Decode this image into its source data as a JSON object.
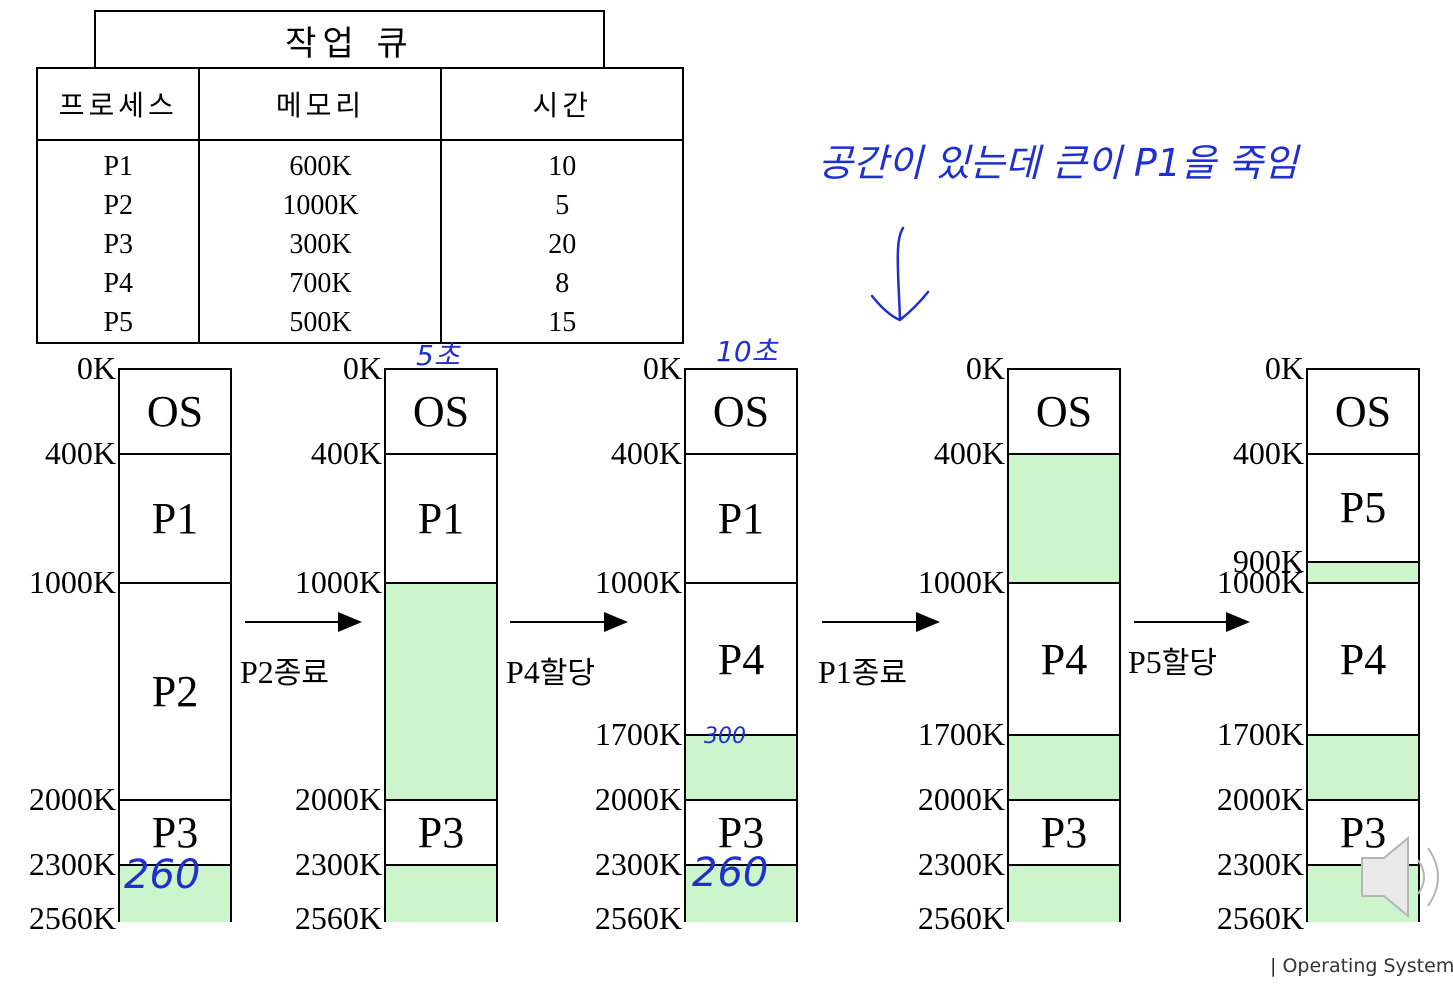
{
  "job_queue": {
    "title": "작업 큐",
    "headers": [
      "프로세스",
      "메모리",
      "시간"
    ],
    "rows": [
      [
        "P1",
        "600K",
        "10"
      ],
      [
        "P2",
        "1000K",
        "5"
      ],
      [
        "P3",
        "300K",
        "20"
      ],
      [
        "P4",
        "700K",
        "8"
      ],
      [
        "P5",
        "500K",
        "15"
      ]
    ]
  },
  "columns": [
    {
      "addresses": [
        "0K",
        "400K",
        "1000K",
        "2000K",
        "2300K",
        "2560K"
      ],
      "segments": [
        {
          "label": "OS",
          "free": false
        },
        {
          "label": "P1",
          "free": false
        },
        {
          "label": "P2",
          "free": false
        },
        {
          "label": "P3",
          "free": false
        },
        {
          "label": "",
          "free": true
        }
      ]
    },
    {
      "addresses": [
        "0K",
        "400K",
        "1000K",
        "2000K",
        "2300K",
        "2560K"
      ],
      "segments": [
        {
          "label": "OS",
          "free": false
        },
        {
          "label": "P1",
          "free": false
        },
        {
          "label": "",
          "free": true
        },
        {
          "label": "P3",
          "free": false
        },
        {
          "label": "",
          "free": true
        }
      ]
    },
    {
      "addresses": [
        "0K",
        "400K",
        "1000K",
        "1700K",
        "2000K",
        "2300K",
        "2560K"
      ],
      "segments": [
        {
          "label": "OS",
          "free": false
        },
        {
          "label": "P1",
          "free": false
        },
        {
          "label": "P4",
          "free": false
        },
        {
          "label": "",
          "free": true
        },
        {
          "label": "P3",
          "free": false
        },
        {
          "label": "",
          "free": true
        }
      ]
    },
    {
      "addresses": [
        "0K",
        "400K",
        "1000K",
        "1700K",
        "2000K",
        "2300K",
        "2560K"
      ],
      "segments": [
        {
          "label": "OS",
          "free": false
        },
        {
          "label": "",
          "free": true
        },
        {
          "label": "P4",
          "free": false
        },
        {
          "label": "",
          "free": true
        },
        {
          "label": "P3",
          "free": false
        },
        {
          "label": "",
          "free": true
        }
      ]
    },
    {
      "addresses": [
        "0K",
        "400K",
        "900K",
        "1000K",
        "1700K",
        "2000K",
        "2300K",
        "2560K"
      ],
      "segments": [
        {
          "label": "OS",
          "free": false
        },
        {
          "label": "P5",
          "free": false
        },
        {
          "label": "",
          "free": true
        },
        {
          "label": "P4",
          "free": false
        },
        {
          "label": "",
          "free": true
        },
        {
          "label": "P3",
          "free": false
        },
        {
          "label": "",
          "free": true
        }
      ]
    }
  ],
  "steps": [
    {
      "proc": "P2",
      "action": "종료"
    },
    {
      "proc": "P4",
      "action": "할당"
    },
    {
      "proc": "P1",
      "action": "종료"
    },
    {
      "proc": "P5",
      "action": "할당"
    }
  ],
  "handwriting": {
    "note": "공간이 있는데 큰이 P1을 죽임",
    "col1_free": "260",
    "col2_time": "5초",
    "col3_time": "10초",
    "col3_gap": "300",
    "col3_free": "260"
  },
  "icons": [
    "speaker-icon",
    "down-arrow-icon"
  ],
  "footer": "| Operating Systems",
  "colors": {
    "free": "#ccf5cc",
    "ink": "#1f2fd0"
  }
}
